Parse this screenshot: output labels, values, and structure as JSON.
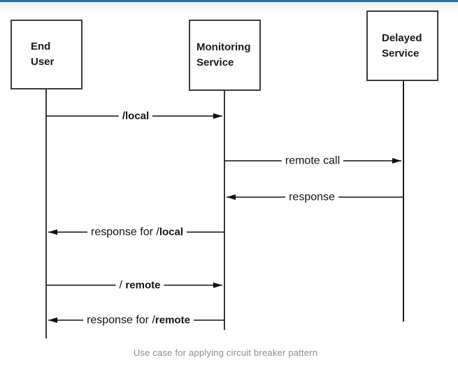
{
  "page": {
    "top_bar_color": "#2273b3"
  },
  "diagram": {
    "actors": [
      {
        "name": "End User",
        "line1": "End",
        "line2": "User"
      },
      {
        "name": "Monitoring Service",
        "line1": "Monitoring",
        "line2": "Service"
      },
      {
        "name": "Delayed Service",
        "line1": "Delayed",
        "line2": "Service"
      }
    ],
    "messages": [
      {
        "name": "local-request",
        "bold": "/local"
      },
      {
        "name": "remote-call",
        "text": "remote call"
      },
      {
        "name": "response",
        "text": "response"
      },
      {
        "name": "local-response",
        "text": "response for /",
        "bold": "local"
      },
      {
        "name": "remote-request",
        "text": "/ ",
        "bold": "remote"
      },
      {
        "name": "remote-response",
        "text": "response for /",
        "bold": "remote"
      }
    ],
    "caption": "Use case for applying circuit breaker pattern"
  }
}
